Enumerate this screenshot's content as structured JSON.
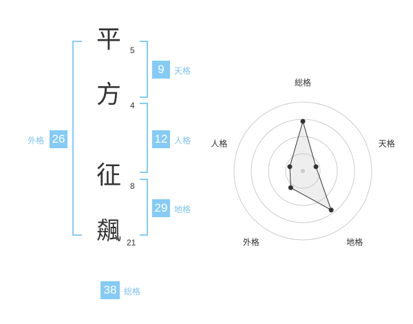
{
  "characters": [
    {
      "char": "平",
      "strokes": "5"
    },
    {
      "char": "方",
      "strokes": "4"
    },
    {
      "char": "征",
      "strokes": "8"
    },
    {
      "char": "飆",
      "strokes": "21"
    }
  ],
  "kakusu": {
    "tenkaku": {
      "value": "9",
      "label": "天格"
    },
    "jinkaku": {
      "value": "12",
      "label": "人格"
    },
    "chikaku": {
      "value": "29",
      "label": "地格"
    },
    "gaikaku": {
      "value": "26",
      "label": "外格"
    },
    "soukaku": {
      "value": "38",
      "label": "総格"
    }
  },
  "colors": {
    "accent": "#85cbf5",
    "label": "#7ec4ee",
    "text": "#333333"
  },
  "chart_data": {
    "type": "radar",
    "categories": [
      "総格",
      "天格",
      "地格",
      "外格",
      "人格"
    ],
    "values": [
      3.6,
      1.0,
      3.5,
      1.5,
      1.0
    ],
    "rmax": 5,
    "rings": 4,
    "grid": true,
    "title": ""
  }
}
